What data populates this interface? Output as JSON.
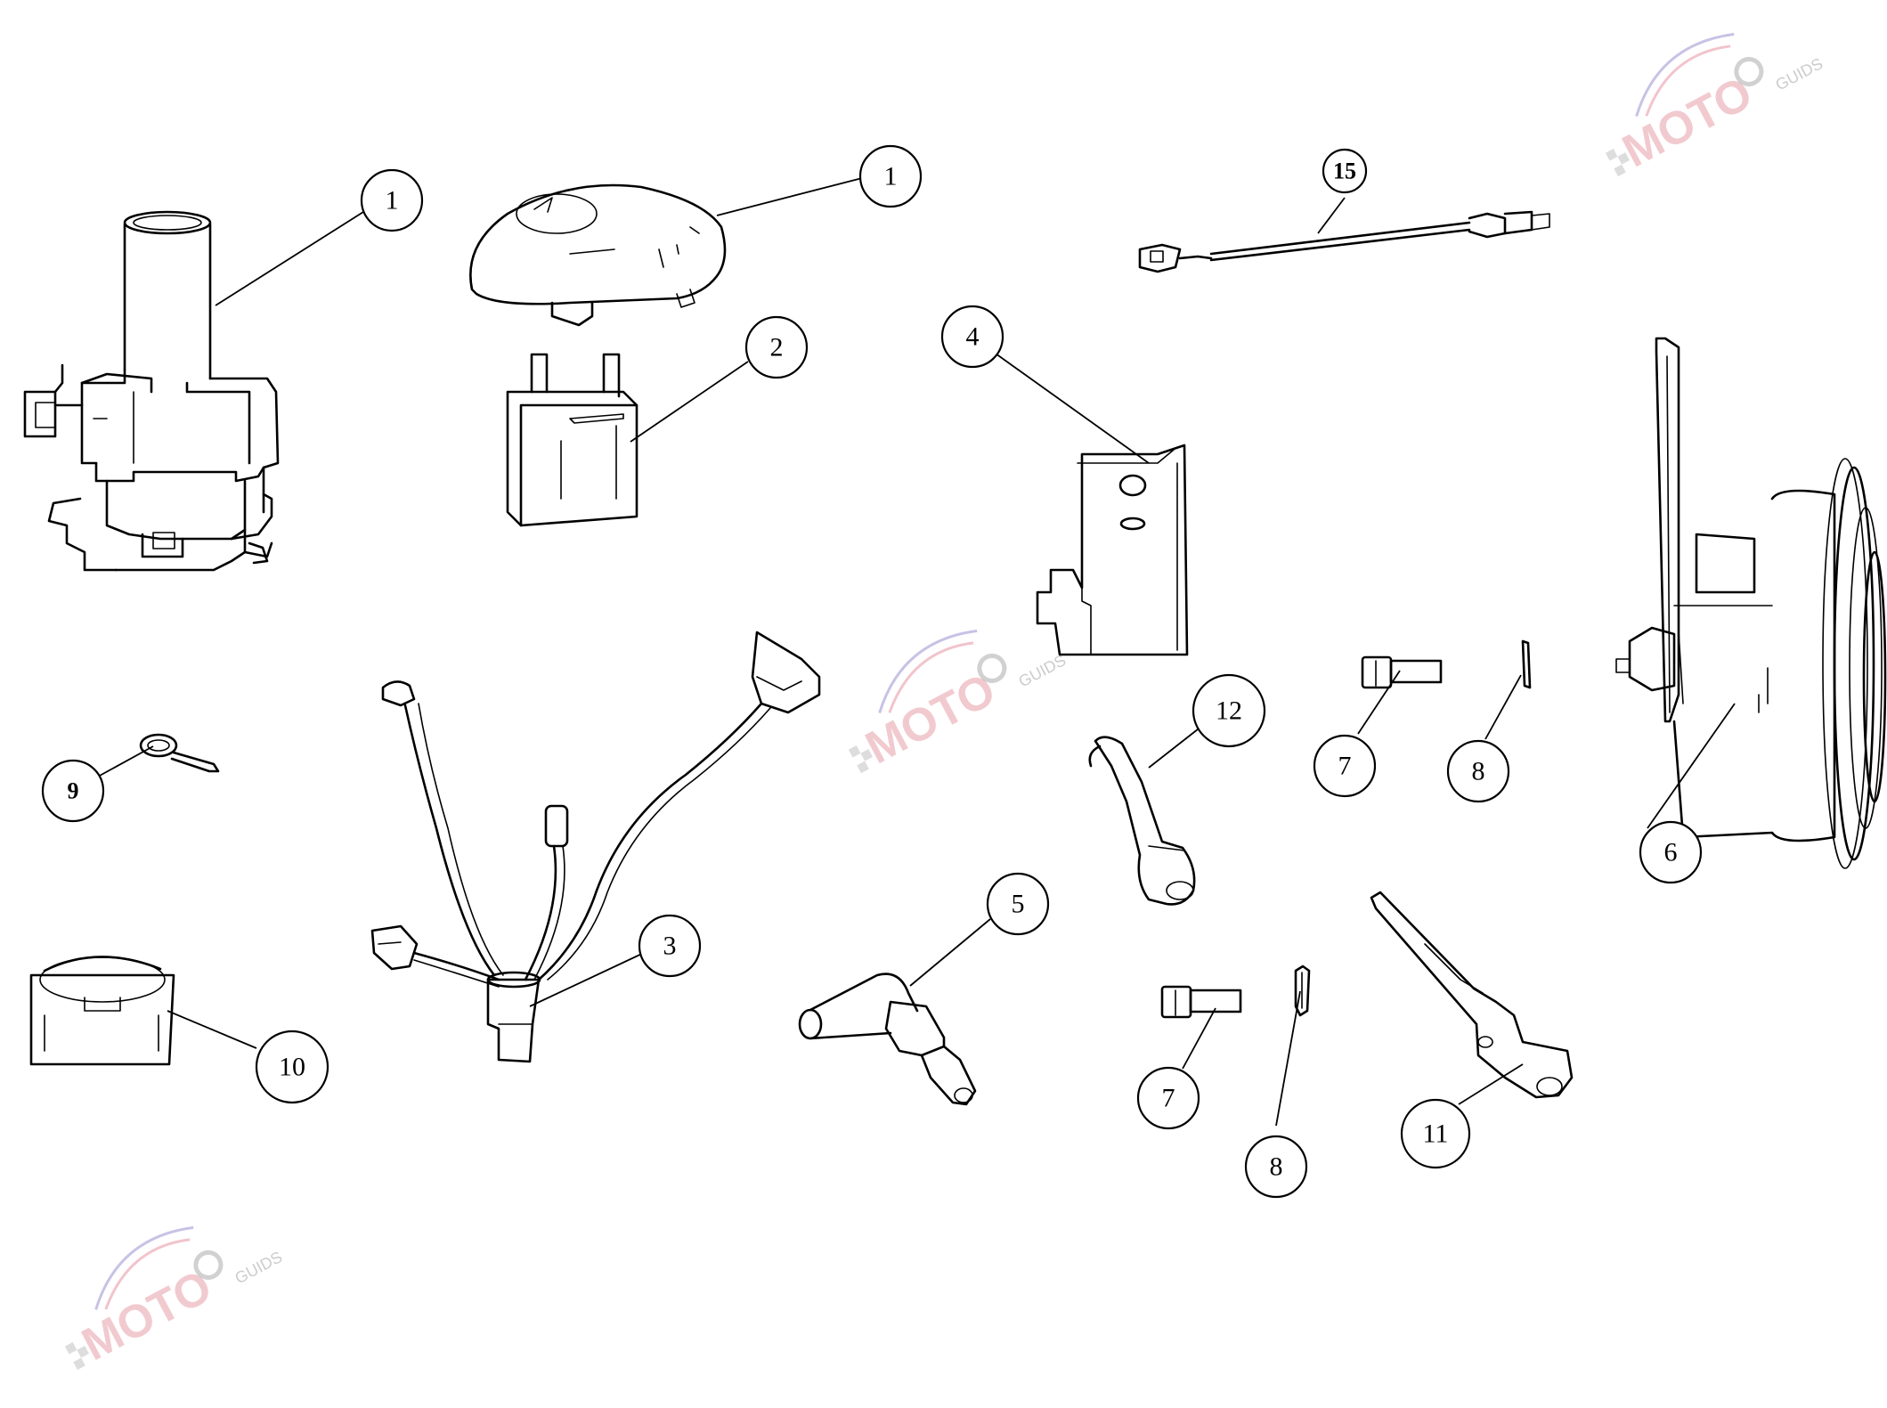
{
  "diagram": {
    "callouts": [
      {
        "id": "c1a",
        "label": "1"
      },
      {
        "id": "c1b",
        "label": "1"
      },
      {
        "id": "c2",
        "label": "2"
      },
      {
        "id": "c3",
        "label": "3"
      },
      {
        "id": "c4",
        "label": "4"
      },
      {
        "id": "c5",
        "label": "5"
      },
      {
        "id": "c6",
        "label": "6"
      },
      {
        "id": "c7a",
        "label": "7"
      },
      {
        "id": "c7b",
        "label": "7"
      },
      {
        "id": "c8a",
        "label": "8"
      },
      {
        "id": "c8b",
        "label": "8"
      },
      {
        "id": "c9",
        "label": "9"
      },
      {
        "id": "c10",
        "label": "10"
      },
      {
        "id": "c11",
        "label": "11"
      },
      {
        "id": "c12",
        "label": "12"
      },
      {
        "id": "c15",
        "label": "15"
      }
    ]
  },
  "watermark": {
    "text": "MOTO",
    "subtext": "GUIDS",
    "color": "#e6a0a8",
    "accent": "#9a8fd0"
  }
}
